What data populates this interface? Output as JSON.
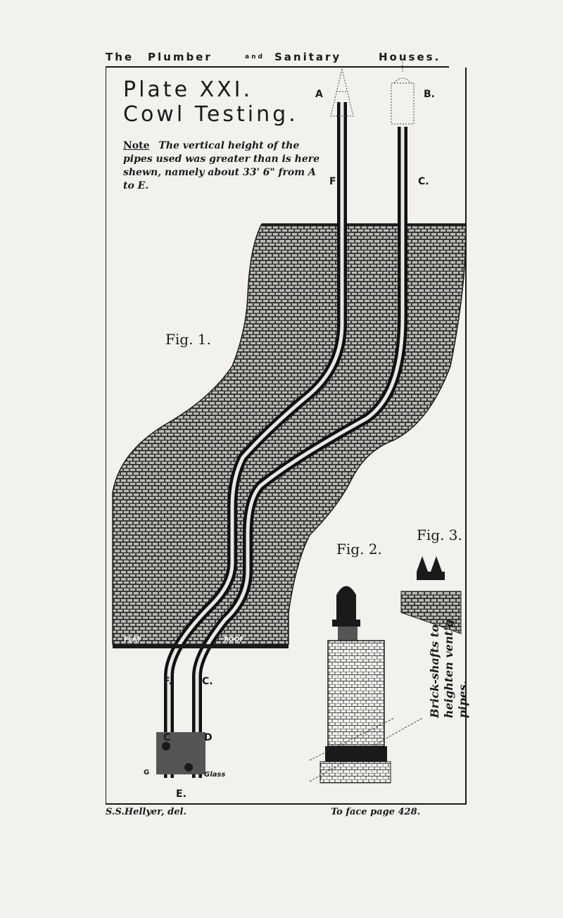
{
  "running_head": {
    "the": "The",
    "plumber": "Plumber",
    "and": "and",
    "sanitary": "Sanitary",
    "houses": "Houses."
  },
  "plate": {
    "number": "Plate XXI.",
    "title": "Cowl Testing."
  },
  "note": {
    "label": "Note",
    "text": "The vertical height of the pipes used was greater than is here shewn, namely about 33' 6\" from A to E."
  },
  "figures": {
    "fig1": "Fig. 1.",
    "fig2": "Fig. 2.",
    "fig3": "Fig. 3."
  },
  "labels": {
    "A": "A",
    "B": "B.",
    "C_top": "C.",
    "F_top": "F",
    "F_bottom": "F.",
    "C_bottom": "C.",
    "C_left": "C",
    "D": "D",
    "E": "E.",
    "G": "G",
    "H": "Glass",
    "flat": "FLAT",
    "roof": "ROOF"
  },
  "caption_vertical": {
    "line1": "Brick-shafts to",
    "line2": "heighten vent'g pipes."
  },
  "footer": {
    "left": "S.S.Hellyer, del.",
    "right": "To face page 428."
  }
}
